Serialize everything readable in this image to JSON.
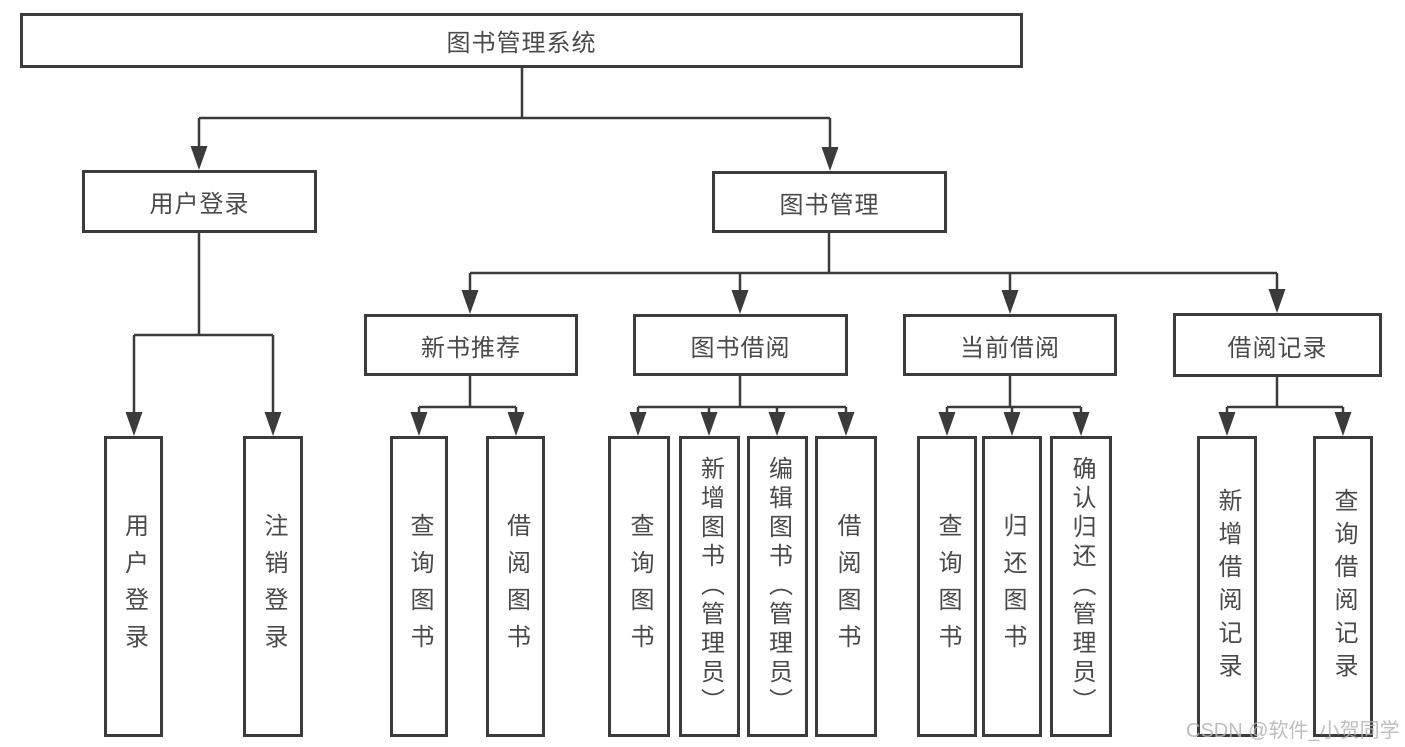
{
  "diagram": {
    "root": {
      "label": "图书管理系统"
    },
    "level2": [
      {
        "label": "用户登录"
      },
      {
        "label": "图书管理"
      }
    ],
    "level3": [
      {
        "label": "新书推荐"
      },
      {
        "label": "图书借阅"
      },
      {
        "label": "当前借阅"
      },
      {
        "label": "借阅记录"
      }
    ],
    "leaves": {
      "user_login": [
        {
          "label": "用户登录"
        },
        {
          "label": "注销登录"
        }
      ],
      "new_book": [
        {
          "label": "查询图书"
        },
        {
          "label": "借阅图书"
        }
      ],
      "book_borrow": [
        {
          "label": "查询图书"
        },
        {
          "label": "新增图书（管理员）"
        },
        {
          "label": "编辑图书（管理员）"
        },
        {
          "label": "借阅图书"
        }
      ],
      "current_borrow": [
        {
          "label": "查询图书"
        },
        {
          "label": "归还图书"
        },
        {
          "label": "确认归还（管理员）"
        }
      ],
      "borrow_records": [
        {
          "label": "新增借阅记录"
        },
        {
          "label": "查询借阅记录"
        }
      ]
    }
  },
  "watermark": {
    "text": "CSDN @软件_小贺同学"
  },
  "colors": {
    "line": "#3b3b3b",
    "text": "#4a4a4a",
    "watermark": "#b3b3b3",
    "background": "#ffffff"
  }
}
